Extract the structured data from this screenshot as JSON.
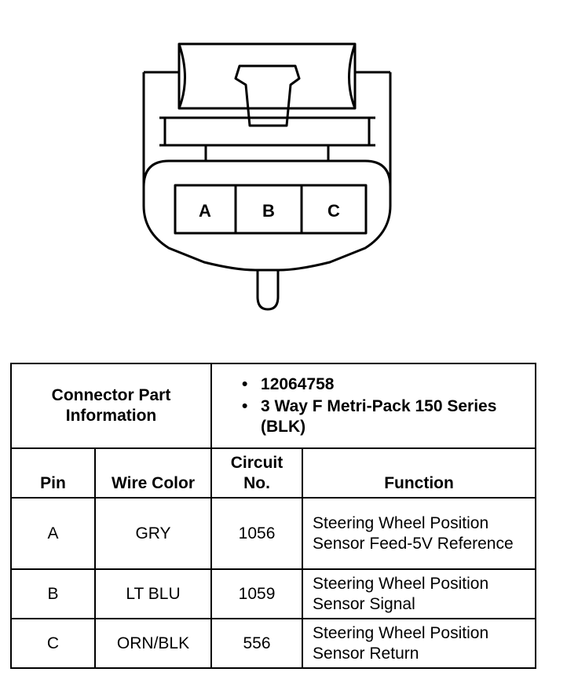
{
  "connector": {
    "pins": [
      "A",
      "B",
      "C"
    ]
  },
  "table": {
    "part_info_label": "Connector Part Information",
    "part_info_items": [
      "12064758",
      "3 Way F Metri-Pack 150 Series (BLK)"
    ],
    "bullet": "•",
    "columns": {
      "pin": "Pin",
      "wire_color": "Wire Color",
      "circuit": "Circuit No.",
      "function": "Function"
    },
    "rows": [
      {
        "pin": "A",
        "wire_color": "GRY",
        "circuit": "1056",
        "function": "Steering Wheel Position Sensor Feed-5V Reference"
      },
      {
        "pin": "B",
        "wire_color": "LT BLU",
        "circuit": "1059",
        "function": "Steering Wheel Position Sensor Signal"
      },
      {
        "pin": "C",
        "wire_color": "ORN/BLK",
        "circuit": "556",
        "function": "Steering Wheel Position Sensor Return"
      }
    ]
  }
}
